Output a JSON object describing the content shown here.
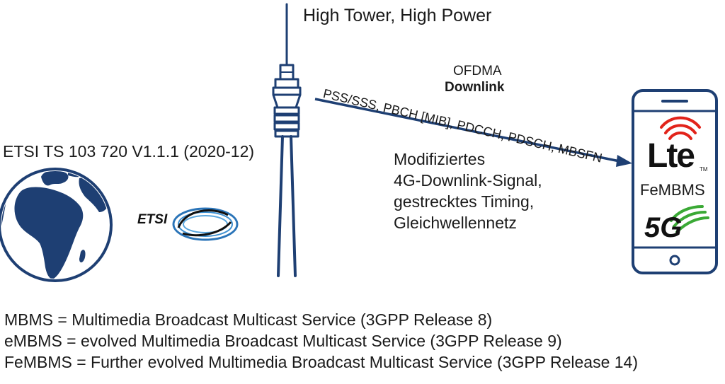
{
  "tower": {
    "title": "High Tower, High Power"
  },
  "standard": {
    "label": "ETSI TS 103 720 V1.1.1 (2020-12)"
  },
  "link": {
    "access": "OFDMA",
    "direction": "Downlink",
    "channels": "PSS/SSS, PBCH [MIB], PDCCH, PDSCH, MBSFN"
  },
  "description": {
    "lines": [
      "Modifiziertes",
      "4G-Downlink-Signal,",
      "gestrecktes Timing,",
      "Gleichwellennetz"
    ]
  },
  "device": {
    "lte_logo": "Lte",
    "lte_tm": "TM",
    "mode": "FeMBMS",
    "g5_logo": "5G"
  },
  "etsi_logo": "ETSI",
  "legend": [
    "MBMS = Multimedia Broadcast Multicast Service (3GPP Release 8)",
    "eMBMS = evolved Multimedia Broadcast Multicast Service (3GPP Release 9)",
    "FeMBMS = Further evolved Multimedia Broadcast Multicast Service (3GPP Release 14)"
  ],
  "colors": {
    "primary": "#1e3f73",
    "lte_red": "#e2231a",
    "g5_green": "#3aa935"
  },
  "icons": [
    "globe-icon",
    "tower-icon",
    "smartphone-icon",
    "etsi-logo-icon"
  ]
}
